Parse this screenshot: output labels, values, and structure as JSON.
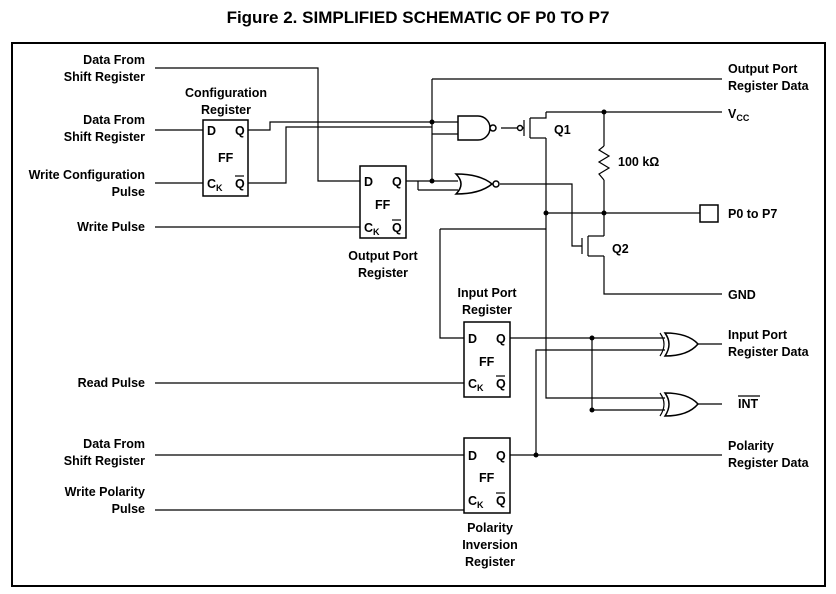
{
  "title": "Figure 2.  SIMPLIFIED SCHEMATIC OF P0 TO P7",
  "inputs": {
    "data_shift_1": [
      "Data From",
      "Shift Register"
    ],
    "data_shift_2": [
      "Data From",
      "Shift Register"
    ],
    "write_config": [
      "Write Configuration",
      "Pulse"
    ],
    "write_pulse": "Write Pulse",
    "read_pulse": "Read Pulse",
    "data_shift_3": [
      "Data From",
      "Shift Register"
    ],
    "write_polarity": [
      "Write Polarity",
      "Pulse"
    ]
  },
  "outputs": {
    "output_port_data": [
      "Output Port",
      "Register Data"
    ],
    "vcc": "V",
    "vcc_sub": "CC",
    "pins": "P0 to P7",
    "gnd": "GND",
    "input_port_data": [
      "Input Port",
      "Register Data"
    ],
    "int": "INT",
    "polarity_data": [
      "Polarity",
      "Register Data"
    ]
  },
  "blocks": {
    "config": {
      "name": [
        "Configuration",
        "Register"
      ],
      "d": "D",
      "q": "Q",
      "ff": "FF",
      "ck": "C",
      "ck_sub": "K",
      "qbar": "Q"
    },
    "output": {
      "name": [
        "Output Port",
        "Register"
      ],
      "d": "D",
      "q": "Q",
      "ff": "FF",
      "ck": "C",
      "ck_sub": "K",
      "qbar": "Q"
    },
    "input": {
      "name": [
        "Input Port",
        "Register"
      ],
      "d": "D",
      "q": "Q",
      "ff": "FF",
      "ck": "C",
      "ck_sub": "K",
      "qbar": "Q"
    },
    "polarity": {
      "name": [
        "Polarity",
        "Inversion",
        "Register"
      ],
      "d": "D",
      "q": "Q",
      "ff": "FF",
      "ck": "C",
      "ck_sub": "K",
      "qbar": "Q"
    }
  },
  "components": {
    "q1": "Q1",
    "q2": "Q2",
    "resistor": "100 kΩ"
  }
}
